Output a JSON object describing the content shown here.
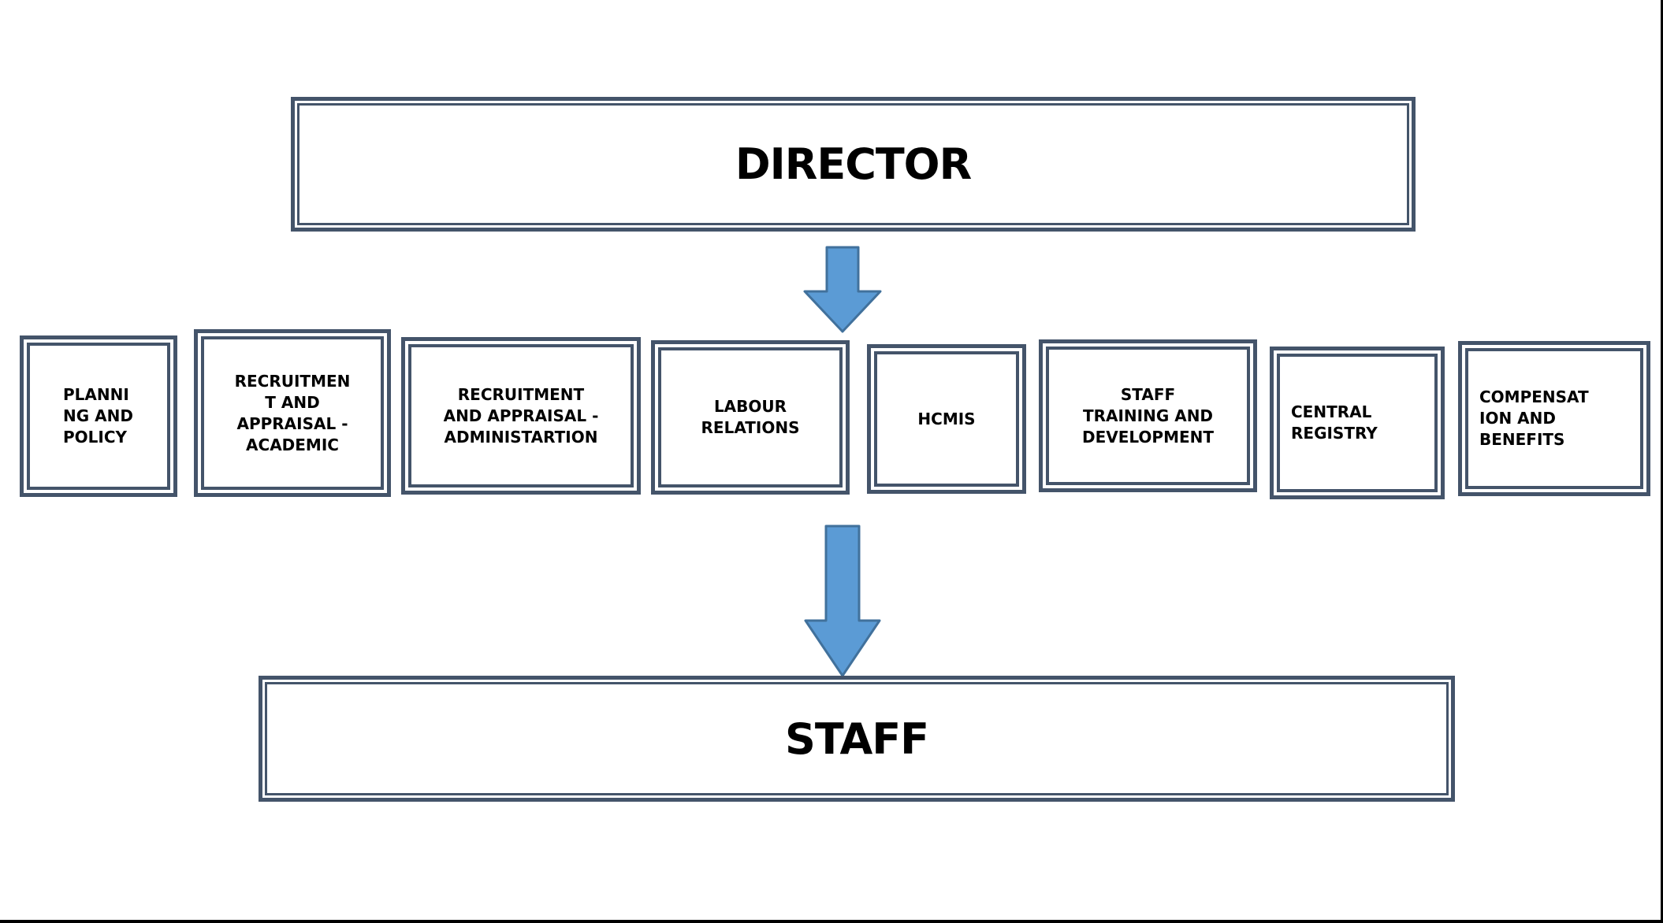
{
  "chart": {
    "type": "org-diagram",
    "top_node": {
      "label": "DIRECTOR"
    },
    "departments": [
      {
        "label": "PLANNI\nNG AND\nPOLICY"
      },
      {
        "label": "RECRUITMEN\nT AND\nAPPRAISAL -\nACADEMIC"
      },
      {
        "label": "RECRUITMENT\nAND APPRAISAL -\nADMINISTARTION"
      },
      {
        "label": "LABOUR\nRELATIONS"
      },
      {
        "label": "HCMIS"
      },
      {
        "label": "STAFF\nTRAINING AND\nDEVELOPMENT"
      },
      {
        "label": "CENTRAL\nREGISTRY"
      },
      {
        "label": "COMPENSAT\nION AND\nBENEFITS"
      }
    ],
    "bottom_node": {
      "label": "STAFF"
    },
    "colors": {
      "box_border": "#44546a",
      "arrow_fill": "#5b9bd5",
      "arrow_stroke": "#41719c",
      "text": "#000000",
      "background": "#ffffff",
      "edge_line": "#000000"
    }
  }
}
